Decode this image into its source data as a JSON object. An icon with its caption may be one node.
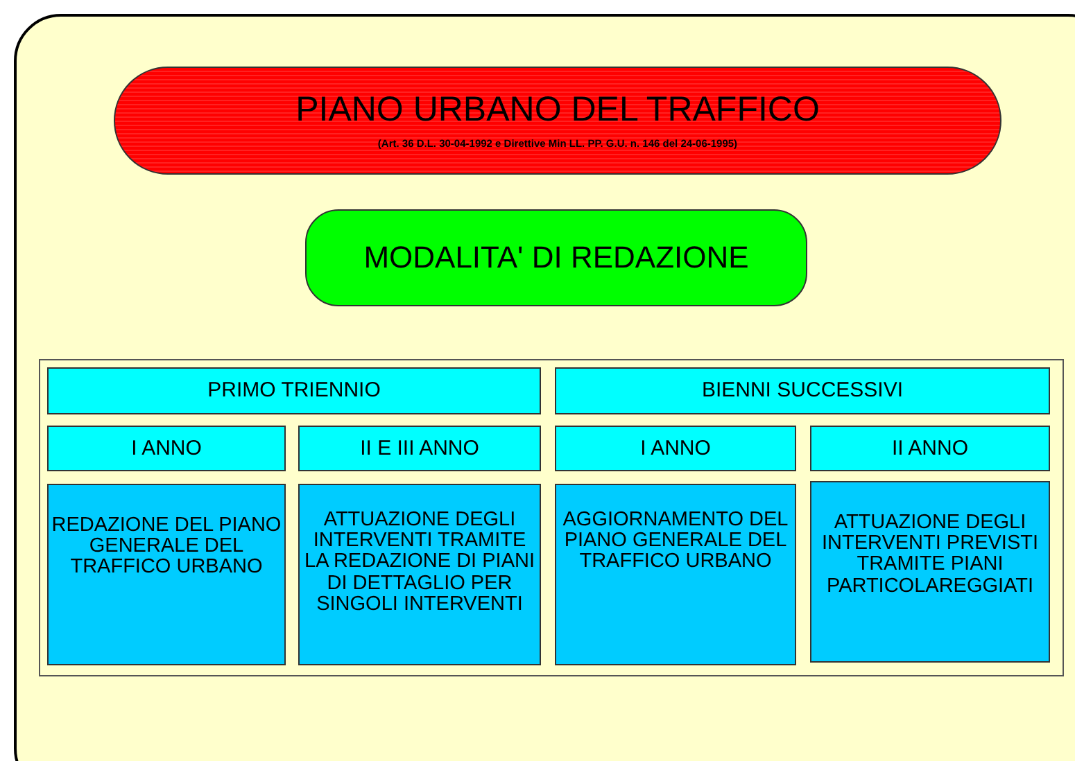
{
  "diagram": {
    "nodes": [
      {
        "text": [
          "PIANO URBANO DEL TRAFFICO",
          "(Art. 36 D.L. 30-04-1992 e Direttive Min LL. PP. G.U. n. 146 del 24-06-1995)"
        ]
      },
      {
        "text": [
          "MODALITA' DI REDAZIONE"
        ]
      },
      {
        "text": [
          "PRIMO TRIENNIO"
        ]
      },
      {
        "text": [
          "BIENNI SUCCESSIVI"
        ]
      },
      {
        "text": [
          "I ANNO"
        ]
      },
      {
        "text": [
          "II E III ANNO"
        ]
      },
      {
        "text": [
          "I ANNO"
        ]
      },
      {
        "text": [
          "II ANNO"
        ]
      },
      {
        "text": [
          "REDAZIONE DEL PIANO GENERALE DEL TRAFFICO URBANO"
        ]
      },
      {
        "text": [
          "ATTUAZIONE DEGLI INTERVENTI TRAMITE LA REDAZIONE DI PIANI DI DETTAGLIO PER SINGOLI INTERVENTI"
        ]
      },
      {
        "text": [
          "AGGIORNAMENTO DEL PIANO GENERALE DEL TRAFFICO URBANO"
        ]
      },
      {
        "text": [
          "ATTUAZIONE DEGLI INTERVENTI PREVISTI TRAMITE PIANI PARTICOLAREGGIATI"
        ]
      }
    ]
  }
}
